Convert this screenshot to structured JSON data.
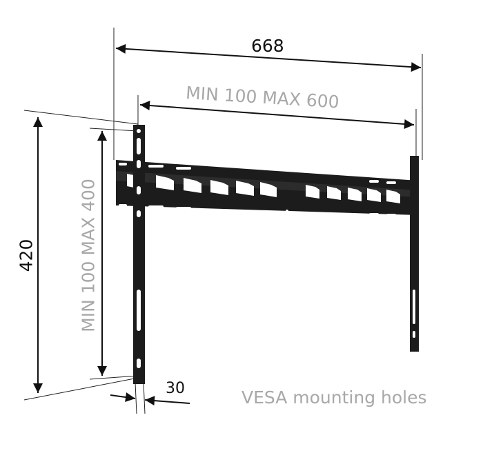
{
  "dimensions": {
    "overall_width": "668",
    "vesa_horizontal": "MIN 100  MAX 600",
    "overall_height": "420",
    "vesa_vertical": "MIN 100  MAX 400",
    "depth": "30"
  },
  "caption": "VESA mounting holes",
  "colors": {
    "bracket": "#1c1c1c",
    "dimension_text": "#111111",
    "vesa_text": "#a8a8a8"
  }
}
